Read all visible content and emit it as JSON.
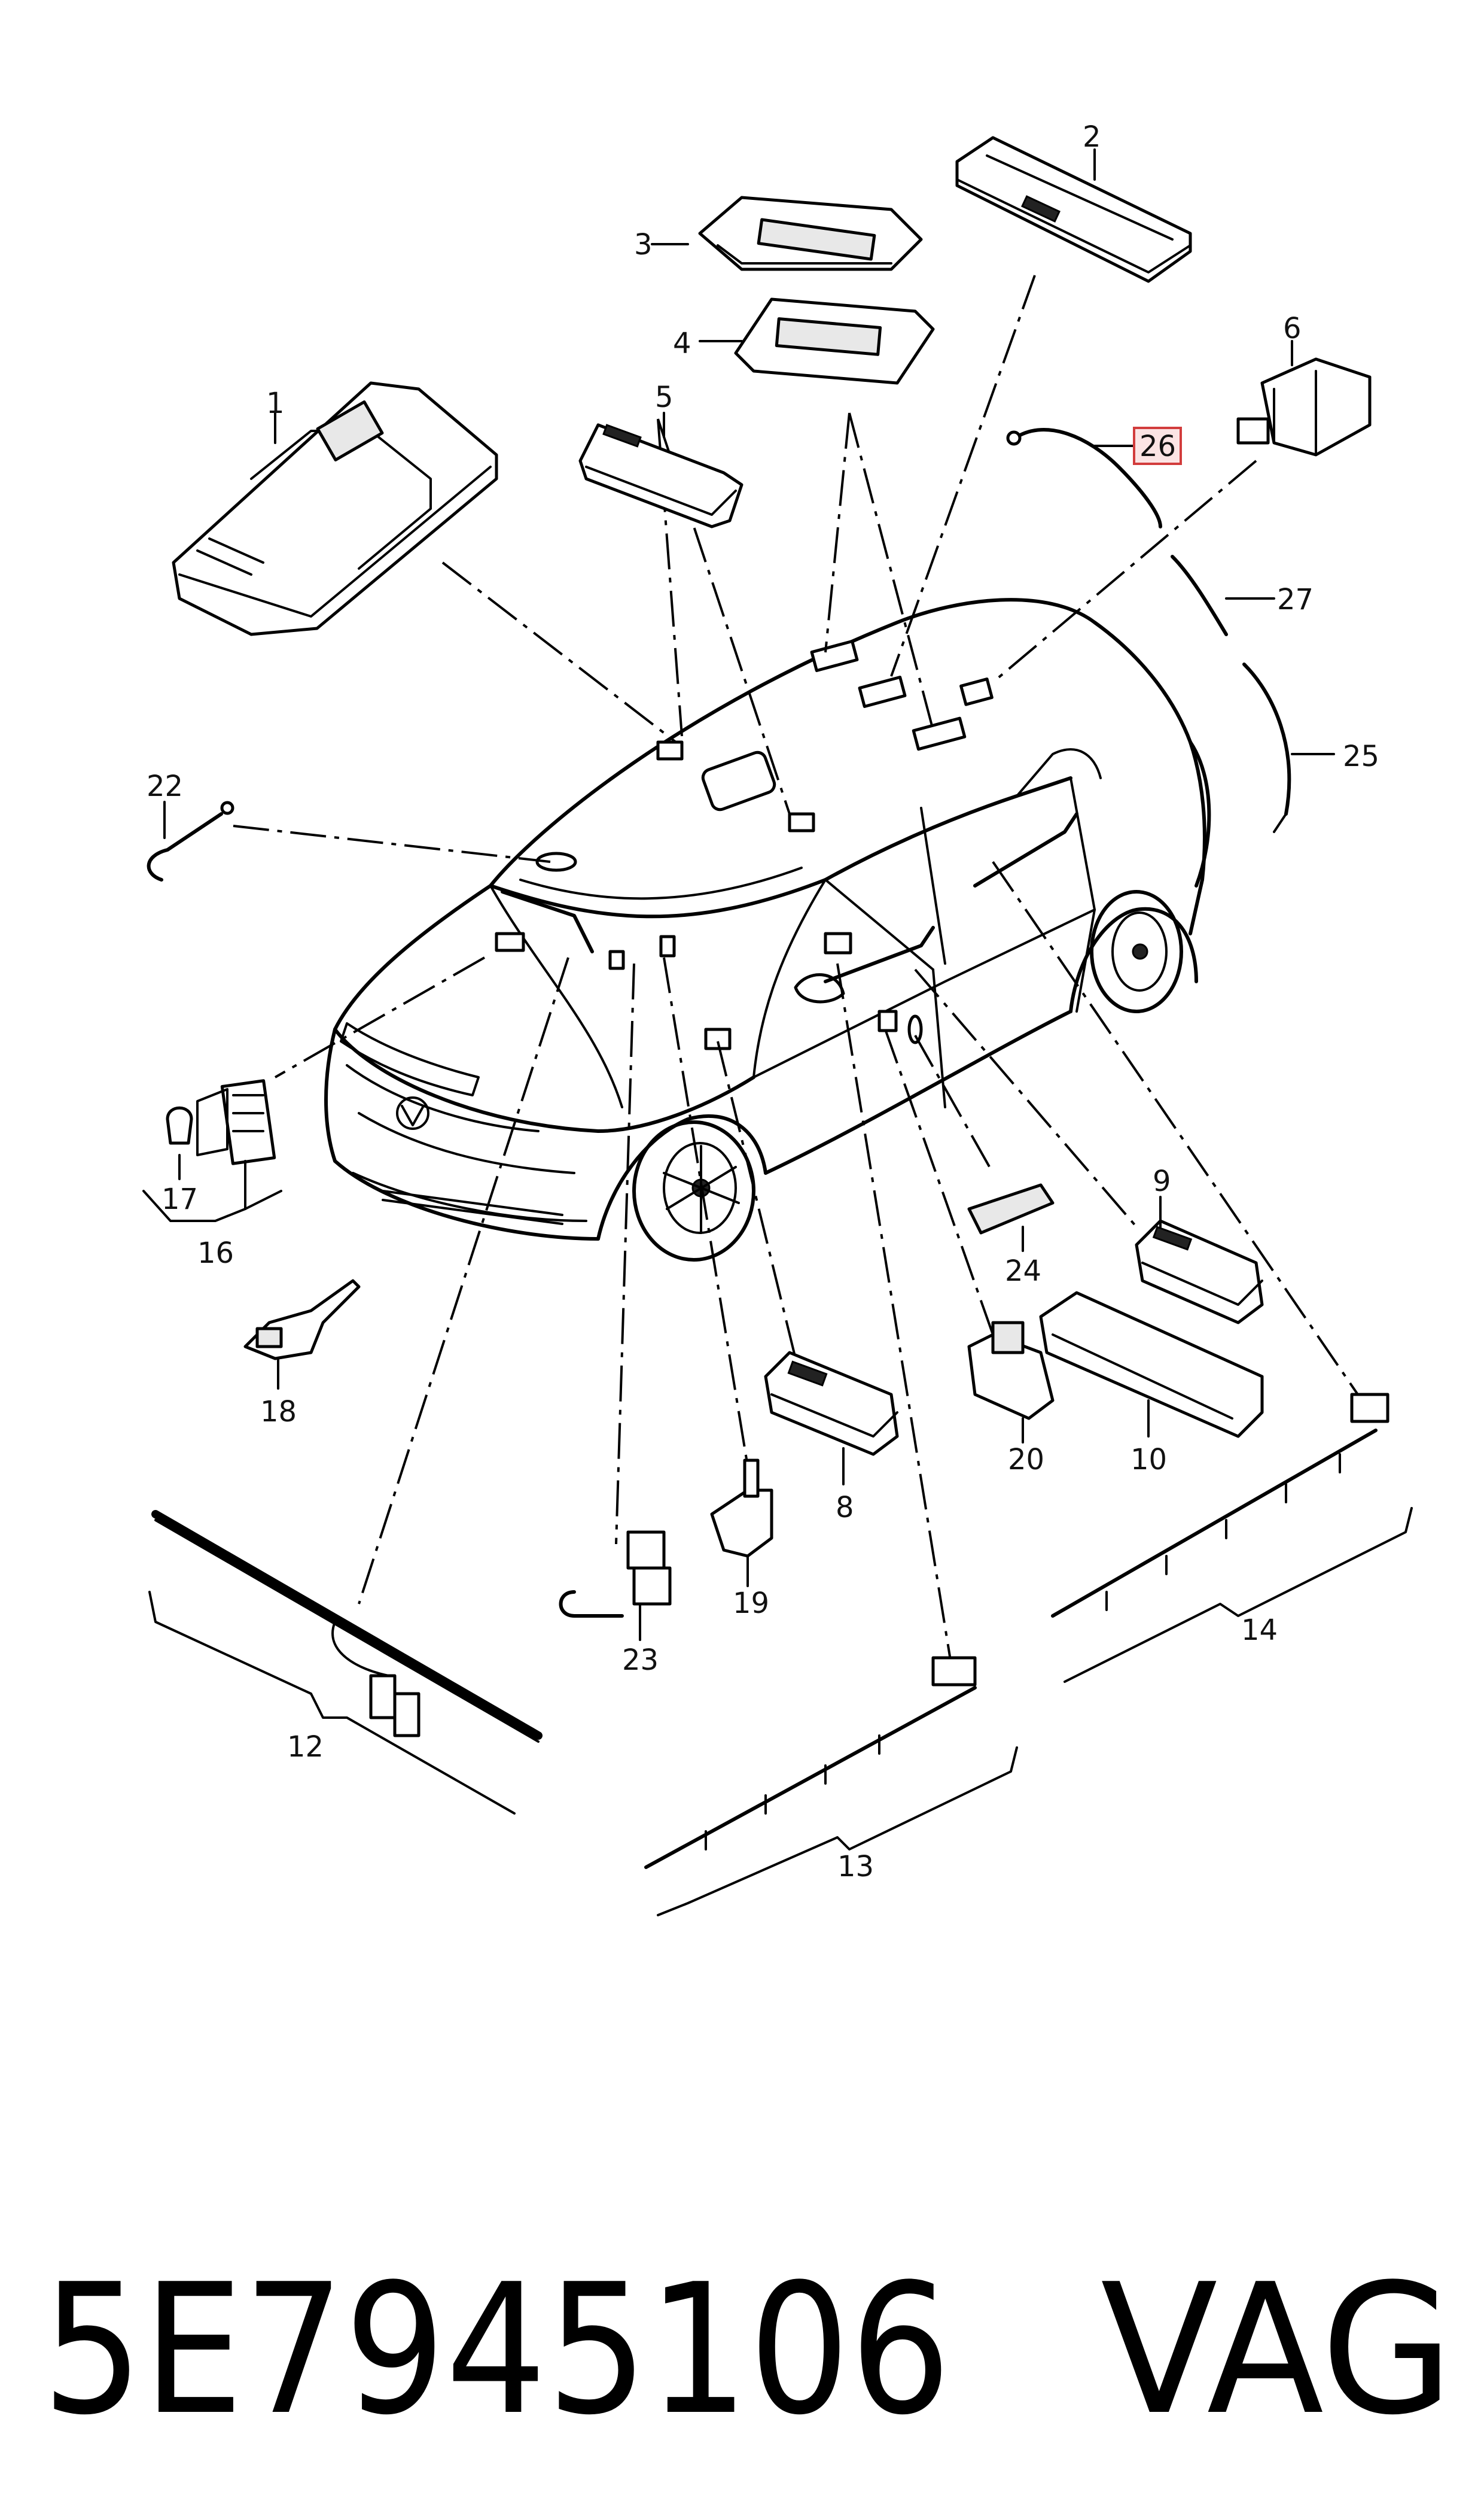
{
  "callouts": [
    {
      "id": "1",
      "text": "1"
    },
    {
      "id": "2",
      "text": "2"
    },
    {
      "id": "3",
      "text": "3"
    },
    {
      "id": "4",
      "text": "4"
    },
    {
      "id": "5",
      "text": "5"
    },
    {
      "id": "6",
      "text": "6"
    },
    {
      "id": "8",
      "text": "8"
    },
    {
      "id": "9",
      "text": "9"
    },
    {
      "id": "10",
      "text": "10"
    },
    {
      "id": "12",
      "text": "12"
    },
    {
      "id": "13",
      "text": "13"
    },
    {
      "id": "14",
      "text": "14"
    },
    {
      "id": "16",
      "text": "16"
    },
    {
      "id": "17",
      "text": "17"
    },
    {
      "id": "18",
      "text": "18"
    },
    {
      "id": "19",
      "text": "19"
    },
    {
      "id": "20",
      "text": "20"
    },
    {
      "id": "22",
      "text": "22"
    },
    {
      "id": "23",
      "text": "23"
    },
    {
      "id": "24",
      "text": "24"
    },
    {
      "id": "25",
      "text": "25"
    },
    {
      "id": "26",
      "text": "26"
    },
    {
      "id": "27",
      "text": "27"
    }
  ],
  "highlighted_callout": "26",
  "highlight_color": "#d23c3c",
  "part_number": "5E7945106",
  "brand": "VAG"
}
